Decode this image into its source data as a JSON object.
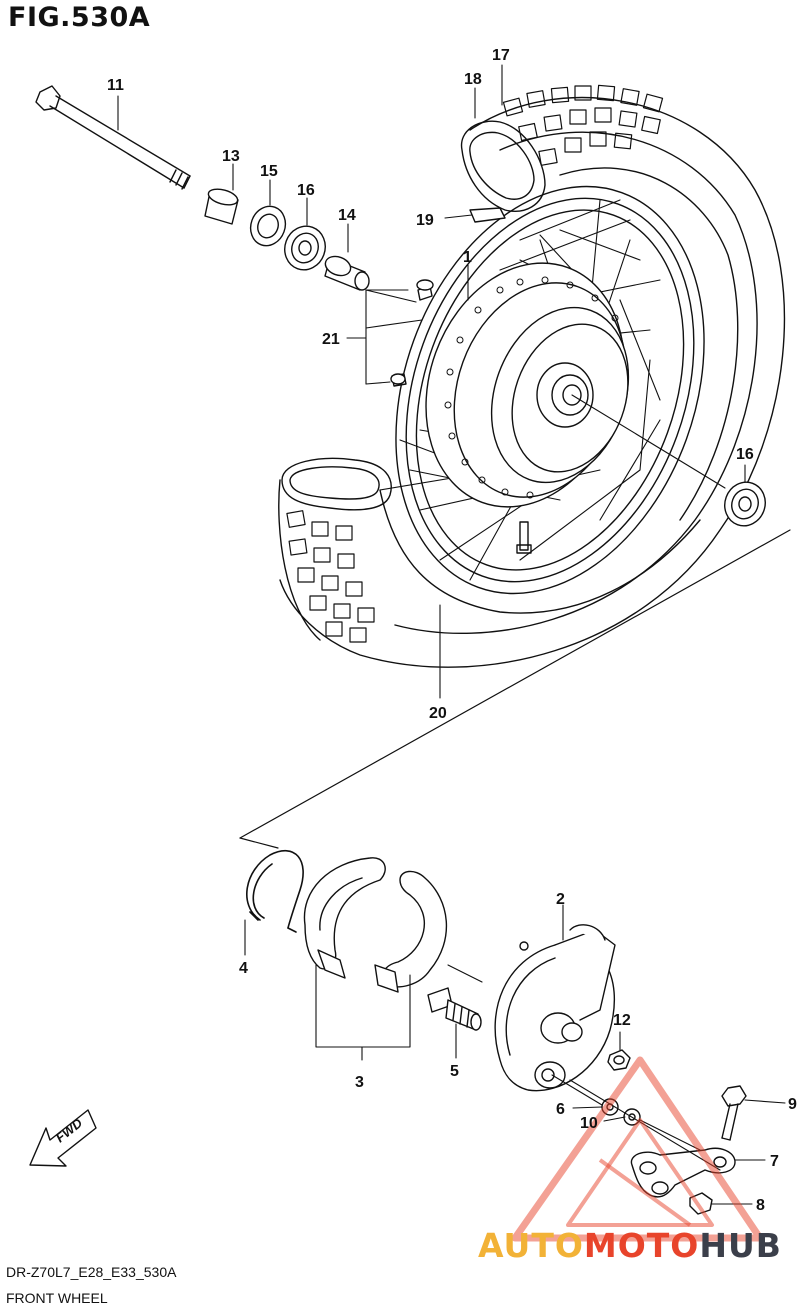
{
  "figure": {
    "title": "FIG.530A",
    "model_code": "DR-Z70L7_E28_E33_530A",
    "section_name": "FRONT WHEEL",
    "direction_label": "FWD"
  },
  "callouts": [
    "1",
    "2",
    "3",
    "4",
    "5",
    "6",
    "7",
    "8",
    "9",
    "10",
    "11",
    "12",
    "13",
    "14",
    "15",
    "16",
    "16",
    "17",
    "18",
    "19",
    "20",
    "21"
  ],
  "watermark": {
    "part1": "AUTO",
    "part2": "MOTO",
    "part3": "HUB",
    "colors": [
      "#f2b237",
      "#e8442b",
      "#3b3f4a"
    ]
  },
  "colors": {
    "line": "#111111",
    "paper": "#ffffff",
    "watermark_triangle": "#e8442b"
  }
}
